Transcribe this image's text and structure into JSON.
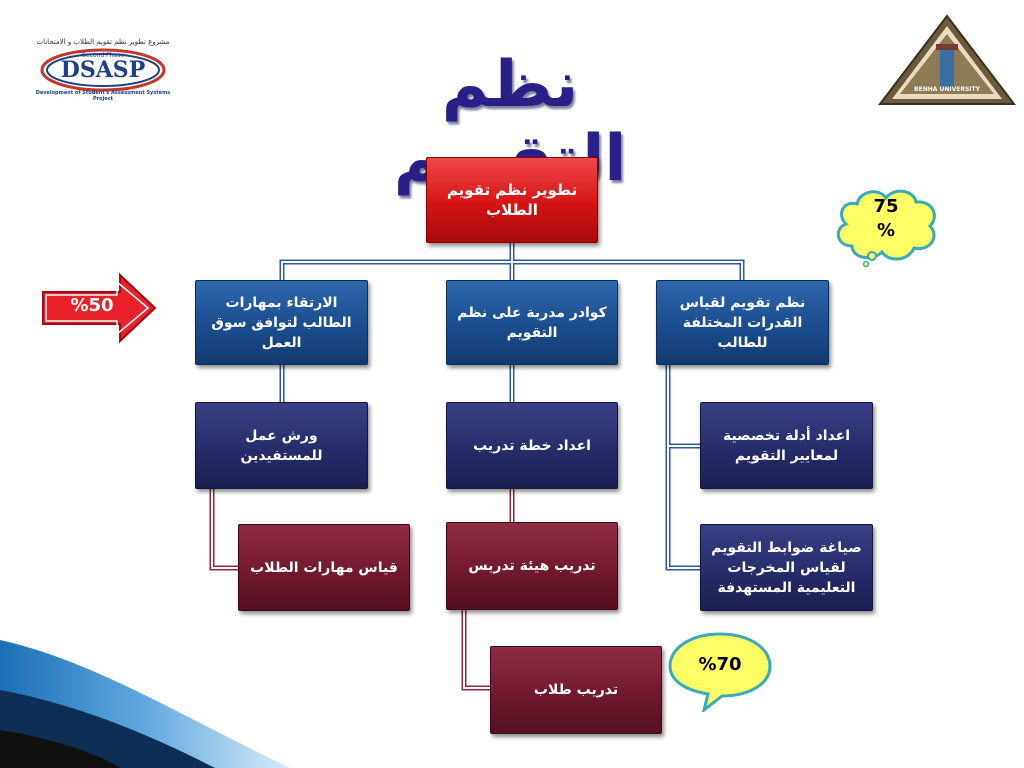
{
  "title": "نظم التقويم",
  "logo_left": {
    "arabic_line": "مشروع تطوير نظم تقويم الطلاب و الامتحانات",
    "phase": "Second Phase",
    "acronym": "DSASP",
    "caption": "Development of Student's Assessment Systems Project"
  },
  "logo_right": {
    "caption": "BENHA UNIVERSITY"
  },
  "nodes": {
    "root": "تطوير نظم تقويم الطلاب",
    "branch_right": "نظم تقويم لقياس القدرات المختلفة للطالب",
    "branch_middle": "كوادر مدربة على نظم التقويم",
    "branch_left": "الارتقاء بمهارات الطالب لتوافق سوق العمل",
    "right_child_1": "اعداد أدلة تخصصية لمعايير التقويم",
    "right_child_2": "صياغة ضوابط التقويم لقياس المخرجات التعليمية المستهدفة",
    "middle_child_1": "اعداد خطة تدريب",
    "middle_child_2": "تدريب هيئة تدريس",
    "middle_child_3": "تدريب طلاب",
    "left_child_1": "ورش عمل للمستفيدين",
    "left_child_2": "قياس مهارات الطلاب"
  },
  "callouts": {
    "arrow_label": "%50",
    "cloud_label_line1": "75",
    "cloud_label_line2": "%",
    "oval_label": "%70"
  },
  "colors": {
    "root": "#d41414",
    "branch": "#1a4d8e",
    "level2": "#272c6a",
    "level3": "#71192f",
    "title": "#2a1f86",
    "callout_yellow": "#ffff66",
    "connector_blue": "#2c5aa0",
    "connector_maroon": "#8a2b40"
  }
}
